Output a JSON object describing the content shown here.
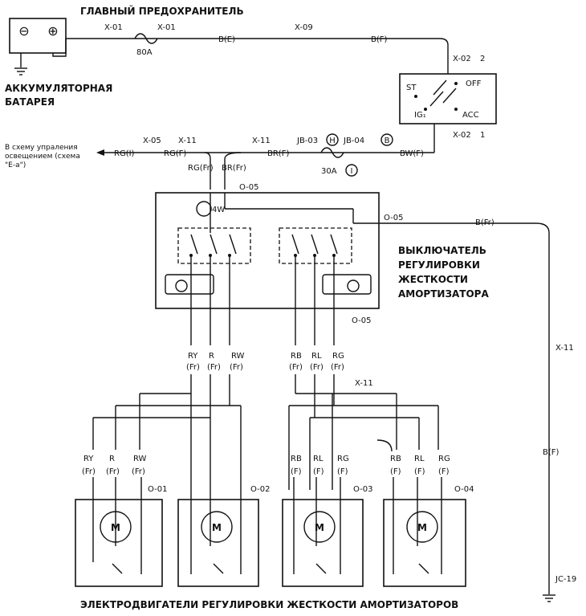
{
  "titles": {
    "main_fuse": "ГЛАВНЫЙ ПРЕДОХРАНИТЕЛЬ",
    "battery": [
      "АККУМУЛЯТОРНАЯ",
      "БАТАРЕЯ"
    ],
    "lighting_note": [
      "В схему упраления",
      "освещением (схема",
      "\"E-a\")"
    ],
    "switch_desc": [
      "ВЫКЛЮЧАТЕЛЬ",
      "РЕГУЛИРОВКИ",
      "ЖЕСТКОСТИ",
      "АМОРТИЗАТОРА"
    ],
    "bottom": "ЭЛЕКТРОДВИГАТЕЛИ РЕГУЛИРОВКИ ЖЕСТКОСТИ АМОРТИЗАТОРОВ"
  },
  "battery_signs": [
    "⊖",
    "⊕"
  ],
  "top_line": {
    "x01a": "X-01",
    "x01b": "X-01",
    "fuse": "80A",
    "b_e": "B(E)",
    "x09": "X-09",
    "b_f": "B(F)"
  },
  "ignition": {
    "x02_top": "X-02",
    "x02_top_pin": "2",
    "x02_bottom": "X-02",
    "x02_bottom_pin": "1",
    "st": "ST",
    "off": "OFF",
    "ig": "IG₁",
    "acc": "ACC"
  },
  "mid_line": {
    "x05": "X-05",
    "x11a": "X-11",
    "x11b": "X-11",
    "rg_i": "RG(I)",
    "rg_f": "RG(F)",
    "br_f": "BR(F)",
    "jb03": "JB-03",
    "jb03_c": "H",
    "jb04": "JB-04",
    "jb04_c": "B",
    "fuse": "30A",
    "fuse_c": "I",
    "bw_f": "BW(F)",
    "rg_fr": "RG(Fr)",
    "br_fr": "BR(Fr)"
  },
  "switch": {
    "o05_top": "O-05",
    "o05_right": "O-05",
    "o05_bottom": "O-05",
    "lamp_w": "4W",
    "b_fr": "B(Fr)"
  },
  "right_line": {
    "x11": "X-11",
    "b_f": "B(F)",
    "ground": "JC-19"
  },
  "mid_wires": [
    [
      "RY",
      "(Fr)"
    ],
    [
      "R",
      "(Fr)"
    ],
    [
      "RW",
      "(Fr)"
    ],
    [
      "RB",
      "(Fr)"
    ],
    [
      "RL",
      "(Fr)"
    ],
    [
      "RG",
      "(Fr)"
    ]
  ],
  "mid_x11": "X-11",
  "motors": [
    {
      "conn": "O-01",
      "wires": [
        [
          "RY",
          "(Fr)"
        ],
        [
          "R",
          "(Fr)"
        ],
        [
          "RW",
          "(Fr)"
        ]
      ],
      "label": "M"
    },
    {
      "conn": "O-02",
      "wires": [],
      "label": "M"
    },
    {
      "conn": "O-03",
      "wires": [
        [
          "RB",
          "(F)"
        ],
        [
          "RL",
          "(F)"
        ],
        [
          "RG",
          "(F)"
        ]
      ],
      "label": "M"
    },
    {
      "conn": "O-04",
      "wires": [
        [
          "RB",
          "(F)"
        ],
        [
          "RL",
          "(F)"
        ],
        [
          "RG",
          "(F)"
        ]
      ],
      "label": "M"
    }
  ]
}
